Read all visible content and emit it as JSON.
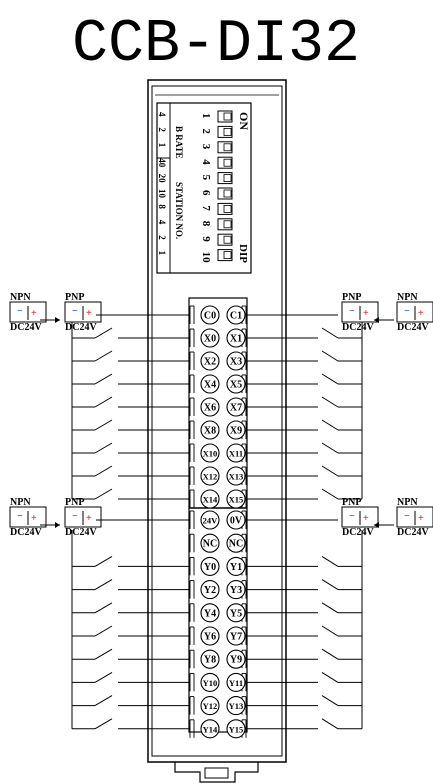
{
  "title": "CCB-DI32",
  "dip": {
    "on_label": "ON",
    "dip_label": "DIP",
    "switch_numbers": [
      "1",
      "2",
      "3",
      "4",
      "5",
      "6",
      "7",
      "8",
      "9",
      "10"
    ],
    "rate_values": [
      "4",
      "2",
      "1"
    ],
    "rate_label": "B RATE",
    "station_values": [
      "40",
      "20",
      "10",
      "8",
      "4",
      "2",
      "1"
    ],
    "station_label": "STATION NO."
  },
  "sensor_labels": {
    "npn": "NPN",
    "pnp": "PNP",
    "supply": "DC24V"
  },
  "terminals_top": [
    [
      "C0",
      "C1"
    ],
    [
      "X0",
      "X1"
    ],
    [
      "X2",
      "X3"
    ],
    [
      "X4",
      "X5"
    ],
    [
      "X6",
      "X7"
    ],
    [
      "X8",
      "X9"
    ],
    [
      "X10",
      "X11"
    ],
    [
      "X12",
      "X13"
    ],
    [
      "X14",
      "X15"
    ]
  ],
  "terminals_bottom": [
    [
      "24V",
      "0V"
    ],
    [
      "NC",
      "NC"
    ],
    [
      "Y0",
      "Y1"
    ],
    [
      "Y2",
      "Y3"
    ],
    [
      "Y4",
      "Y5"
    ],
    [
      "Y6",
      "Y7"
    ],
    [
      "Y8",
      "Y9"
    ],
    [
      "Y10",
      "Y11"
    ],
    [
      "Y12",
      "Y13"
    ],
    [
      "Y14",
      "Y15"
    ]
  ],
  "colors": {
    "line": "#000000",
    "minus": "#1f3fd0",
    "plus": "#e02020",
    "background": "#ffffff"
  }
}
